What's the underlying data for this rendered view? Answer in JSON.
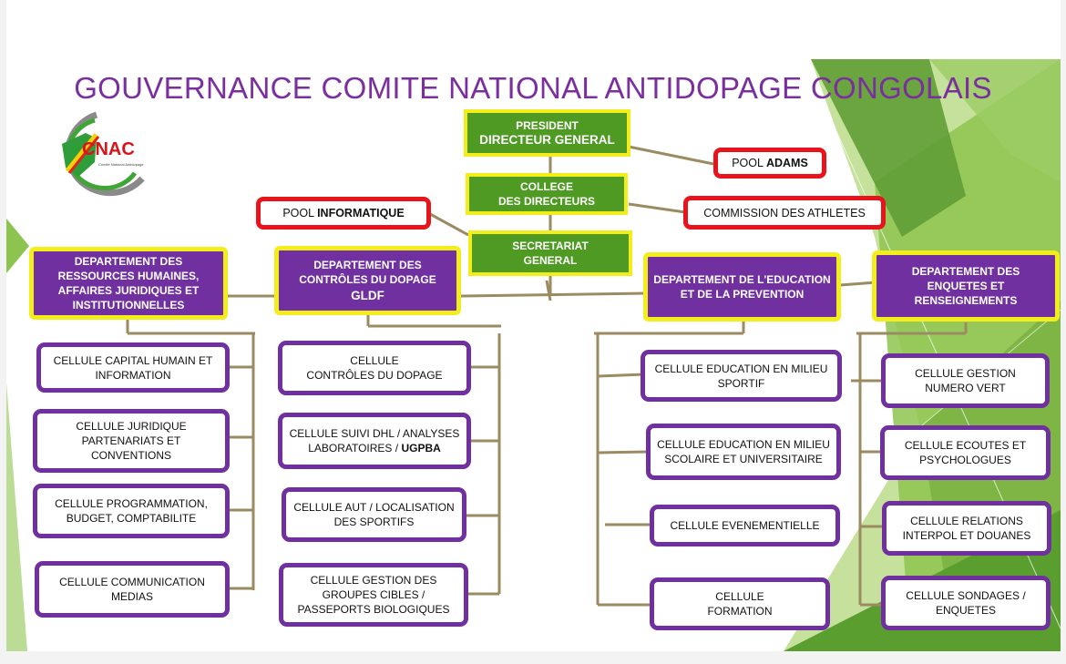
{
  "title": "GOUVERNANCE COMITE NATIONAL ANTIDOPAGE CONGOLAIS",
  "logo": {
    "text": "CNAC",
    "subtitle": "Comité National Antidopage"
  },
  "colors": {
    "purple": "#7030a0",
    "green": "#4e9a22",
    "yellow": "#f3ee1b",
    "red": "#e8141b",
    "connector": "#9b8b62"
  },
  "president": {
    "line1": "PRESIDENT",
    "line2": "DIRECTEUR GENERAL"
  },
  "college": {
    "line1": "COLLEGE",
    "line2": "DES DIRECTEURS"
  },
  "secretariat": {
    "line1": "SECRETARIAT",
    "line2": "GENERAL"
  },
  "pools": {
    "adams": {
      "prefix": "POOL ",
      "name": "ADAMS"
    },
    "informatique": {
      "prefix": "POOL ",
      "name": "INFORMATIQUE"
    },
    "athletes": "COMMISSION DES ATHLETES"
  },
  "departments": {
    "rh": "DEPARTEMENT DES RESSOURCES HUMAINES, AFFAIRES JURIDIQUES ET INSTITUTIONNELLES",
    "controles": {
      "line1": "DEPARTEMENT DES CONTRÔLES DU DOPAGE",
      "line2": "GLDF"
    },
    "education": "DEPARTEMENT DE L'EDUCATION ET DE LA PREVENTION",
    "enquetes": "DEPARTEMENT DES ENQUETES ET RENSEIGNEMENTS"
  },
  "cells": {
    "rh": [
      "CELLULE CAPITAL HUMAIN ET INFORMATION",
      "CELLULE JURIDIQUE PARTENARIATS ET CONVENTIONS",
      "CELLULE PROGRAMMATION, BUDGET, COMPTABILITE",
      "CELLULE COMMUNICATION MEDIAS"
    ],
    "controles": {
      "c1": {
        "line1": "CELLULE",
        "line2": "CONTRÔLES DU DOPAGE"
      },
      "c2": {
        "text": "CELLULE SUIVI DHL / ANALYSES LABORATOIRES / ",
        "bold": "UGPBA"
      },
      "c3": "CELLULE AUT / LOCALISATION DES SPORTIFS",
      "c4": "CELLULE GESTION DES GROUPES CIBLES / PASSEPORTS BIOLOGIQUES"
    },
    "education": {
      "c1": "CELLULE EDUCATION EN MILIEU SPORTIF",
      "c2": "CELLULE EDUCATION EN MILIEU SCOLAIRE ET UNIVERSITAIRE",
      "c3": "CELLULE EVENEMENTIELLE",
      "c4": {
        "line1": "CELLULE",
        "line2": "FORMATION"
      }
    },
    "enquetes": [
      "CELLULE GESTION NUMERO VERT",
      "CELLULE ECOUTES ET PSYCHOLOGUES",
      "CELLULE RELATIONS INTERPOL ET DOUANES",
      "CELLULE SONDAGES / ENQUETES"
    ]
  }
}
